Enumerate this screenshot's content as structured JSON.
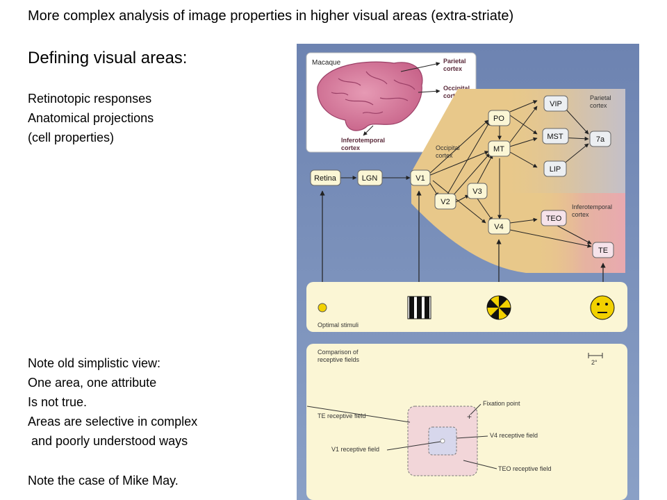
{
  "slide": {
    "title": "More complex analysis of image properties in higher visual areas (extra-striate)",
    "defining_heading": "Defining visual areas:",
    "defining_items": [
      "Retinotopic responses",
      "Anatomical projections",
      "(cell properties)"
    ],
    "notes": [
      "Note old simplistic view:",
      "One area, one attribute",
      "Is not true.",
      "Areas are selective in complex",
      " and poorly understood ways"
    ],
    "final_note": "Note the case of Mike May."
  },
  "figure": {
    "brain": {
      "species": "Macaque",
      "parietal": [
        "Parietal",
        "cortex"
      ],
      "occipital": [
        "Occipital",
        "cortex"
      ],
      "inferotemporal": [
        "Inferotemporal",
        "cortex"
      ]
    },
    "regions": {
      "occipital": [
        "Occipital",
        "cortex"
      ],
      "parietal": [
        "Parietal",
        "cortex"
      ],
      "inferotemporal": [
        "Inferotemporal",
        "cortex"
      ]
    },
    "areas": {
      "retina": "Retina",
      "lgn": "LGN",
      "v1": "V1",
      "v2": "V2",
      "v3": "V3",
      "v4": "V4",
      "po": "PO",
      "mt": "MT",
      "vip": "VIP",
      "mst": "MST",
      "lip": "LIP",
      "a7": "7a",
      "teo": "TEO",
      "te": "TE"
    },
    "stimuli_label": "Optimal stimuli",
    "rf": {
      "title": [
        "Comparison of",
        "receptive fields"
      ],
      "scale": "2°",
      "fixation": "Fixation point",
      "te": "TE receptive field",
      "v4": "V4 receptive field",
      "v1": "V1 receptive field",
      "teo": "TEO receptive field"
    },
    "colors": {
      "panel_bg": "#6f86b2",
      "tan": "#e8c88a",
      "cream": "#fbf6d5",
      "accent": "#f2d100"
    }
  }
}
